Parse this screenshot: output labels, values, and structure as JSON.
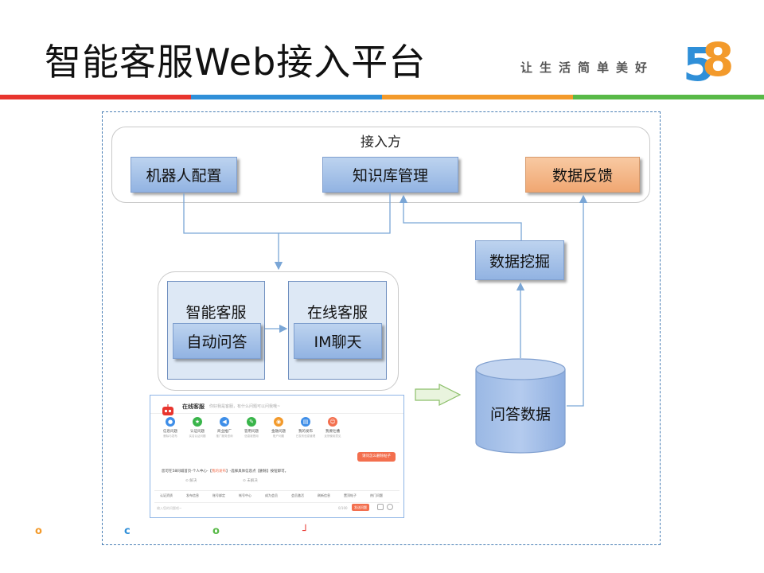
{
  "header": {
    "title": "智能客服Web接入平台",
    "slogan": "让生活简单美好",
    "logo_digits": [
      "5",
      "8"
    ]
  },
  "colors": {
    "bar": [
      "#e8352e",
      "#2f8fd8",
      "#f39a2b",
      "#58b947"
    ],
    "box_blue": "#a3c1ea",
    "box_orange": "#f4b98c",
    "group_bg": "#dde8f5",
    "arrow": "#7aa6d6",
    "frame": "#4a7fb5"
  },
  "diagram": {
    "access_label": "接入方",
    "robot_config": "机器人配置",
    "knowledge_base": "知识库管理",
    "data_feedback": "数据反馈",
    "data_mining": "数据挖掘",
    "smart_service": "智能客服",
    "auto_qa": "自动问答",
    "online_service": "在线客服",
    "im_chat": "IM聊天",
    "qa_data": "问答数据"
  },
  "chat_mock": {
    "title": "在线客服",
    "subtitle": "你好我是客服，有什么问题可以问我哦~",
    "quick_items": [
      {
        "label": "信息问题",
        "sub": "删除与发布",
        "color": "#3e8ee8",
        "glyph": "●"
      },
      {
        "label": "认证问题",
        "sub": "实名认证问题",
        "color": "#39b54a",
        "glyph": "★"
      },
      {
        "label": "商业推广",
        "sub": "推广服务咨询",
        "color": "#3e8ee8",
        "glyph": "◀"
      },
      {
        "label": "冒用问题",
        "sub": "信息被冒用",
        "color": "#39b54a",
        "glyph": "✎"
      },
      {
        "label": "金融问题",
        "sub": "账户问题",
        "color": "#f39a2b",
        "glyph": "◉"
      },
      {
        "label": "我的发布",
        "sub": "已发布信息管理",
        "color": "#3e8ee8",
        "glyph": "▤"
      },
      {
        "label": "我要吐槽",
        "sub": "反馈使用意见",
        "color": "#f36f4e",
        "glyph": "☺"
      }
    ],
    "user_msg": "请问怎么删除帖子",
    "answer_prefix": "您可在58同城首页-个人中心-【",
    "answer_highlight": "我的发布",
    "answer_suffix": "】-选择具体信息点【删除】按钮即可。",
    "feedback_yes": "解决",
    "feedback_no": "未解决",
    "quick_links": [
      "认证资质",
      "发布信息",
      "账号绑定",
      "帐号中心",
      "成为会员",
      "会员激活",
      "刷新信息",
      "置顶帖子",
      "热门问题"
    ],
    "input_placeholder": "输入您的问题吧~",
    "char_count": "0/100",
    "send_label": "发送问题"
  },
  "footer_markers": [
    {
      "glyph": "o",
      "color": "#f39a2b"
    },
    {
      "glyph": "c",
      "color": "#2f8fd8"
    },
    {
      "glyph": "o",
      "color": "#58b947"
    },
    {
      "glyph": "┘",
      "color": "#e8352e"
    }
  ]
}
